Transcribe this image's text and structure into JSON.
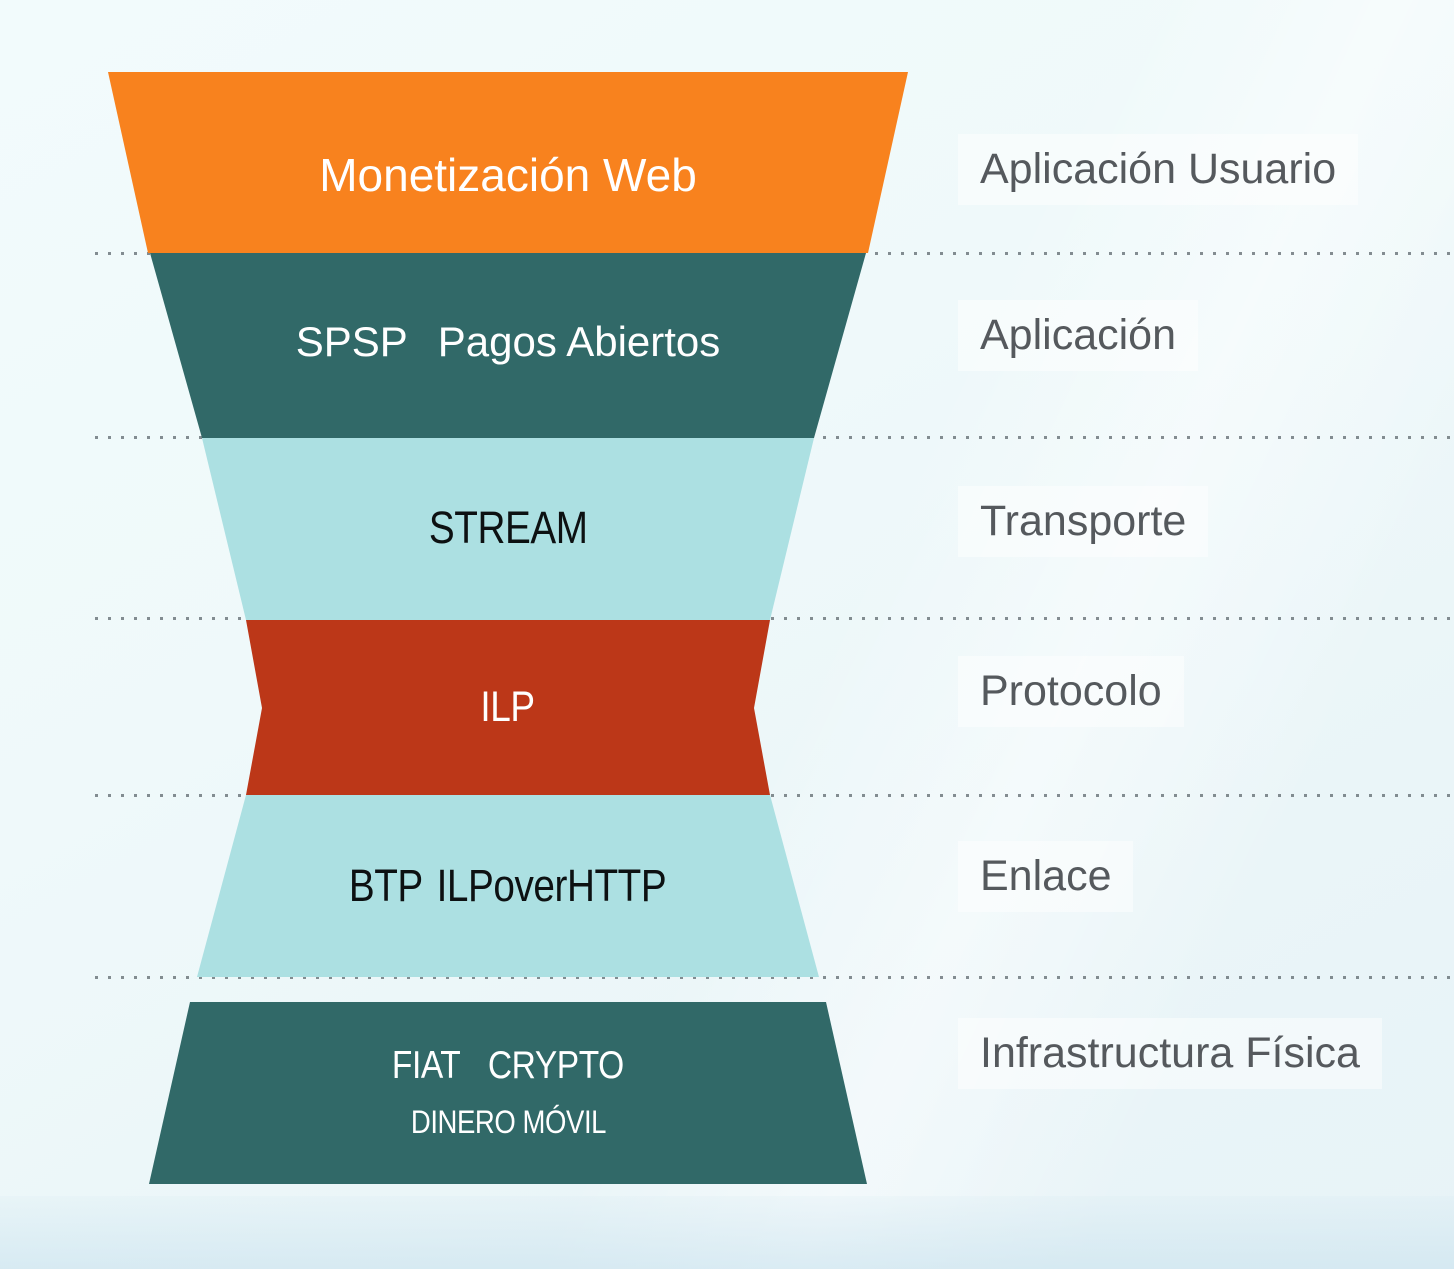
{
  "colors": {
    "background_top": "#F2FBFC",
    "background_bottom": "#E7F3F7",
    "orange": "#F8821E",
    "dark_teal": "#316968",
    "light_cyan": "#ACE0E2",
    "red": "#BC3718",
    "right_label_gray": "#55595D",
    "divider_dot_gray": "#586268"
  },
  "diagram": {
    "layers": [
      {
        "name": "web-monetization",
        "fill": "#F8821E",
        "text_color": "#FFFFFF",
        "label_parts": [
          "Monetización Web"
        ],
        "right_label": "Aplicación Usuario"
      },
      {
        "name": "spsp-open-payments",
        "fill": "#316968",
        "text_color": "#FFFFFF",
        "label_parts": [
          "SPSP",
          "Pagos Abiertos"
        ],
        "right_label": "Aplicación"
      },
      {
        "name": "stream",
        "fill": "#ACE0E2",
        "text_color": "#0D1112",
        "label_parts": [
          "STREAM"
        ],
        "right_label": "Transporte"
      },
      {
        "name": "ilp",
        "fill": "#BC3718",
        "text_color": "#FFFFFF",
        "label_parts": [
          "ILP"
        ],
        "right_label": "Protocolo"
      },
      {
        "name": "btp-ilp-over-http",
        "fill": "#ACE0E2",
        "text_color": "#0D1112",
        "label_parts": [
          "BTP",
          "ILPoverHTTP"
        ],
        "right_label": "Enlace"
      },
      {
        "name": "settlement-money",
        "fill": "#316968",
        "text_color": "#FFFFFF",
        "label_parts": [
          "FIAT",
          "CRYPTO"
        ],
        "subline": "DINERO MÓVIL",
        "right_label": "Infrastructura Física"
      }
    ]
  }
}
